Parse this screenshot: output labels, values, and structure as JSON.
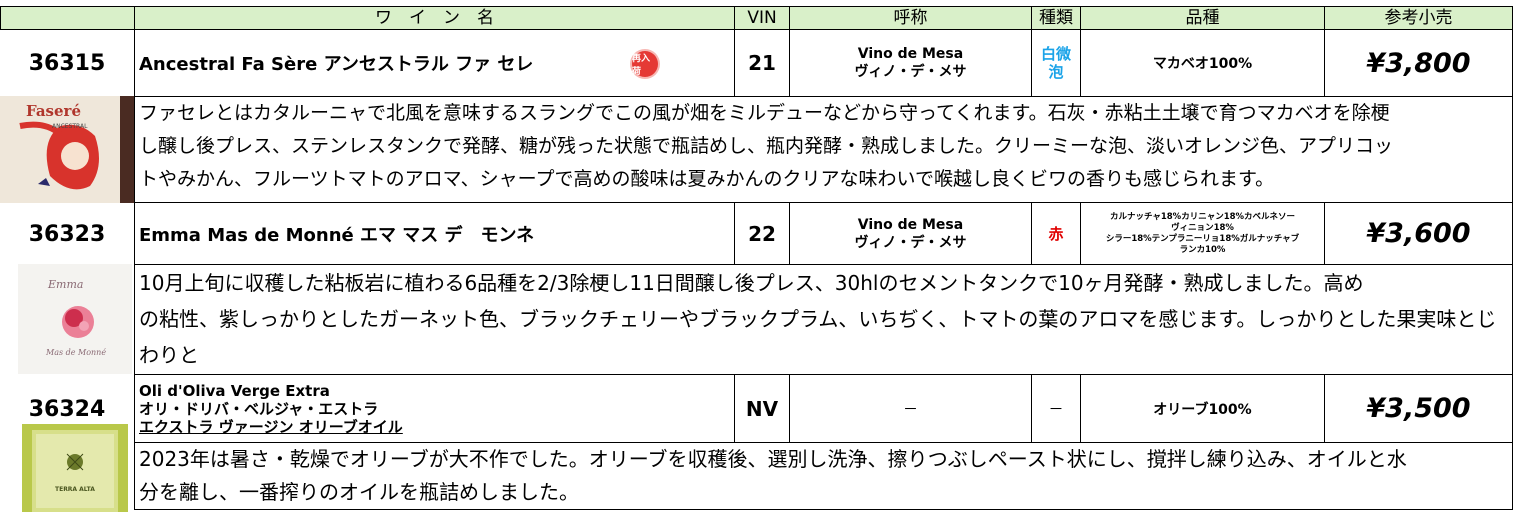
{
  "header": {
    "wine_name": "ワ　イ　ン　名",
    "vin": "VIN",
    "appellation": "呼称",
    "type": "種類",
    "variety": "品種",
    "price": "参考小売"
  },
  "colors": {
    "header_bg": "#d9f0c9",
    "white_type": "#1aa3e8",
    "red_type": "#e00000",
    "badge": "#e53935"
  },
  "wines": [
    {
      "code": "36315",
      "name": "Ancestral Fa Sère アンセストラル ファ セレ",
      "badge": "再入荷",
      "vin": "21",
      "appellation_line1": "Vino de Mesa",
      "appellation_line2": "ヴィノ・デ・メサ",
      "type_line1": "白微",
      "type_line2": "泡",
      "variety": "マカベオ100%",
      "price": "¥3,800",
      "description": "ファセレとはカタルーニャで北風を意味するスラングでこの風が畑をミルデューなどから守ってくれます。石灰・赤粘土土壌で育つマカベオを除梗\nし醸し後プレス、ステンレスタンクで発酵、糖が残った状態で瓶詰めし、瓶内発酵・熟成しました。クリーミーな泡、淡いオレンジ色、アプリコッ\nトやみかん、フルーツトマトのアロマ、シャープで高めの酸味は夏みかんのクリアな味わいで喉越し良くビワの香りも感じられます。",
      "label_text_1": "Faseré",
      "label_text_2": "ANCESTRAL"
    },
    {
      "code": "36323",
      "name": "Emma Mas de Monné エマ マス デ　モンネ",
      "vin": "22",
      "appellation_line1": "Vino de Mesa",
      "appellation_line2": "ヴィノ・デ・メサ",
      "type_line1": "赤",
      "variety_line1": "カルナッチャ18%カリニャン18%カベルネソー",
      "variety_line2": "ヴィニョン18%",
      "variety_line3": "シラー18%テンプラニーリョ18%ガルナッチャブ",
      "variety_line4": "ランカ10%",
      "price": "¥3,600",
      "description": "10月上旬に収穫した粘板岩に植わる6品種を2/3除梗し11日間醸し後プレス、30hlのセメントタンクで10ヶ月発酵・熟成しました。高め\nの粘性、紫しっかりとしたガーネット色、ブラックチェリーやブラックプラム、いちぢく、トマトの葉のアロマを感じます。しっかりとした果実味とじわりと\n拡がるタンニン、完熟ベリーの甘い風味があり骨太で美味な味わいです。",
      "label_text_1": "Emma",
      "label_text_2": "Mas de Monné"
    },
    {
      "code": "36324",
      "name_line1": "Oli d'Oliva Verge Extra",
      "name_line2": "オリ・ドリバ・ベルジャ・エストラ",
      "name_line3": "エクストラ ヴァージン オリーブオイル",
      "vin": "NV",
      "appellation": "－",
      "type": "－",
      "variety": "オリーブ100%",
      "price": "¥3,500",
      "description": "2023年は暑さ・乾燥でオリーブが大不作でした。オリーブを収穫後、選別し洗浄、擦りつぶしペースト状にし、撹拌し練り込み、オイルと水\n分を離し、一番搾りのオイルを瓶詰めしました。",
      "label_text_1": "TERRA ALTA"
    }
  ]
}
